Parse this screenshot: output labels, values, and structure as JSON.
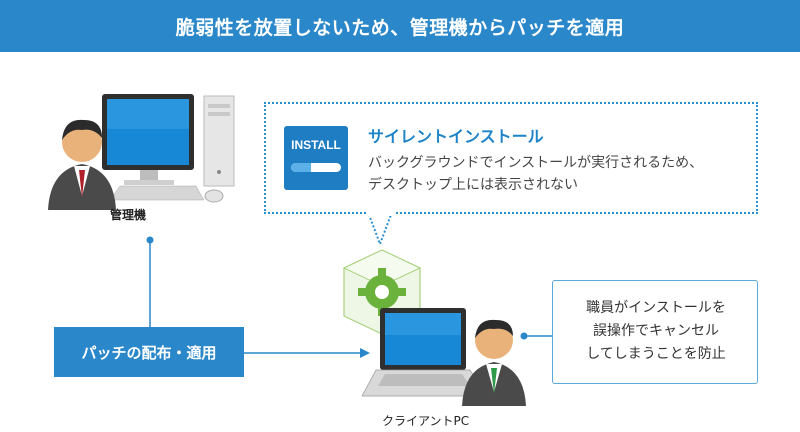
{
  "header": {
    "title": "脆弱性を放置しないため、管理機からパッチを適用"
  },
  "install_icon": {
    "label": "INSTALL"
  },
  "callout": {
    "title": "サイレントインストール",
    "desc_line1": "バックグラウンドでインストールが実行されるため、",
    "desc_line2": "デスクトップ上には表示されない"
  },
  "admin": {
    "label": "管理機"
  },
  "client": {
    "label": "クライアントPC"
  },
  "patch_box": {
    "label": "パッチの配布・適用"
  },
  "note": {
    "line1": "職員がインストールを",
    "line2": "誤操作でキャンセル",
    "line3": "してしまうことを防止"
  },
  "colors": {
    "accent": "#2a87c9",
    "callout_border": "#2a8fd0",
    "gear_green": "#6ab23c"
  }
}
